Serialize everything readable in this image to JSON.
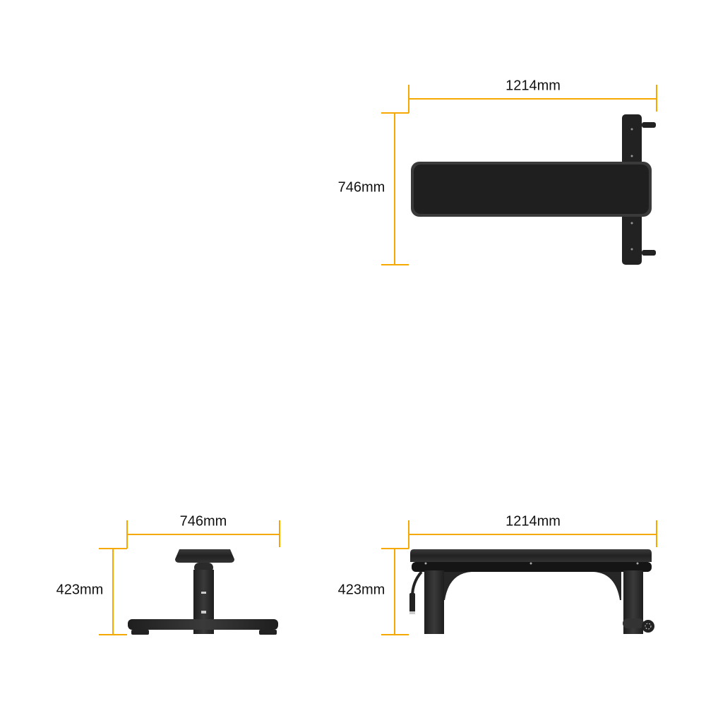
{
  "colors": {
    "dimension_line": "#f5a800",
    "bench": "#262626",
    "background": "#ffffff"
  },
  "views": {
    "top_view": {
      "width_label": "1214mm",
      "depth_label": "746mm"
    },
    "front_view": {
      "width_label": "746mm",
      "height_label": "423mm"
    },
    "side_view": {
      "width_label": "1214mm",
      "height_label": "423mm"
    }
  }
}
